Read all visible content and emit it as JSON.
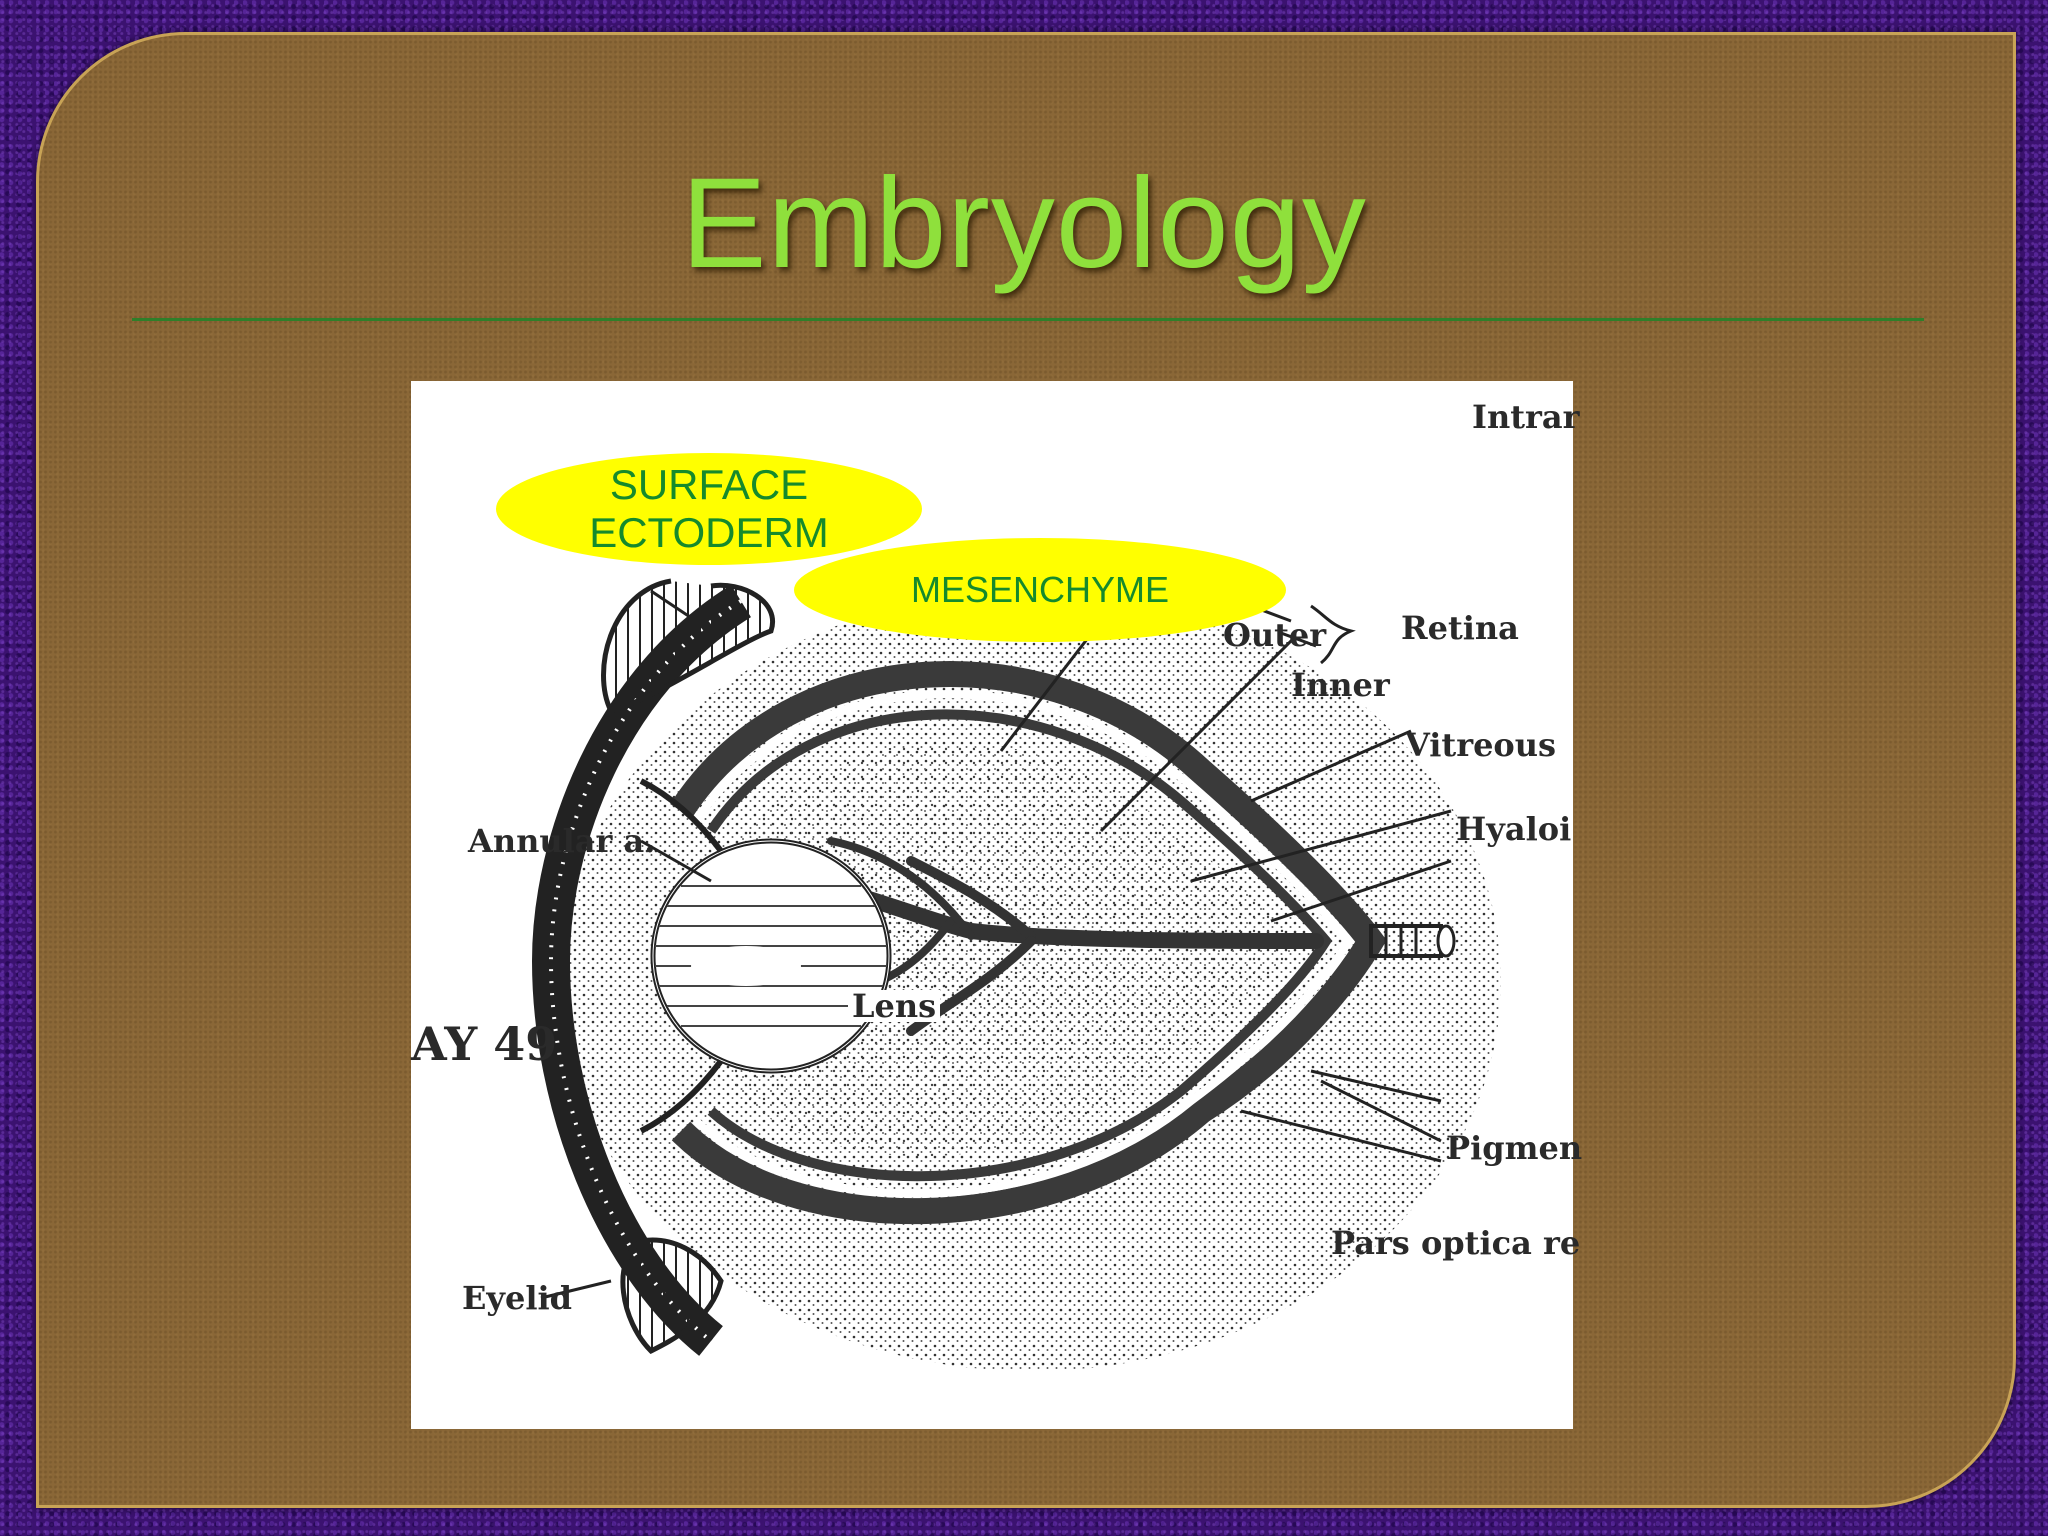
{
  "slide": {
    "title": "Embryology"
  },
  "diagram": {
    "day_label": "AY 49",
    "labels": {
      "intra": "Intrar",
      "outer": "Outer",
      "inner": "Inner",
      "retina": "Retina",
      "vitreous": "Vitreous",
      "hyaloid": "Hyaloi",
      "annular": "Annular a.",
      "lens": "Lens",
      "pigment": "Pigmen",
      "pars_optica": "Pars optica re",
      "eyelid": "Eyelid"
    },
    "callouts": {
      "surface_ectoderm_line1": "SURFACE",
      "surface_ectoderm_line2": "ECTODERM",
      "mesenchyme": "MESENCHYME"
    }
  },
  "colors": {
    "title": "#8fe03c",
    "callout_fill": "#ffff00",
    "callout_text": "#158a2c",
    "panel": "#8a6737",
    "border": "#3b1270"
  }
}
